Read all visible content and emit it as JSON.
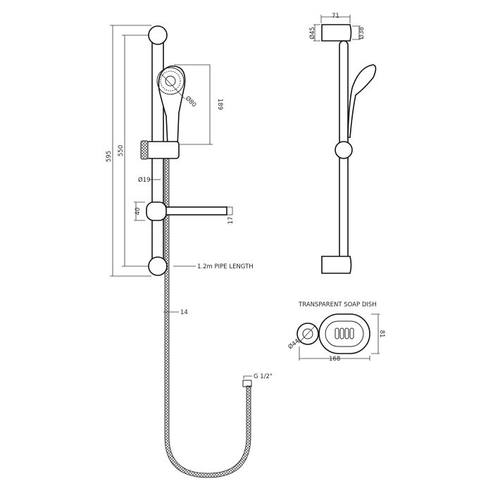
{
  "dimensions": {
    "overall_height": "595",
    "bracket_centres": "550",
    "handset_length": "189",
    "head_diameter": "Ø80",
    "rail_diameter": "Ø19",
    "soap_bracket_height": "40",
    "soap_arm_height": "17",
    "pipe_length": "1.2m PIPE LENGTH",
    "hose_diameter": "14",
    "connection": "G 1/2\"",
    "bracket_projection": "71",
    "bracket_base_diameter": "Ø45",
    "bracket_tip_diameter": "Ø38",
    "soap_ring_diameter": "Ø44",
    "soap_dish_width": "168",
    "soap_dish_height": "81"
  },
  "soap_dish_title": "TRANSPARENT SOAP DISH"
}
